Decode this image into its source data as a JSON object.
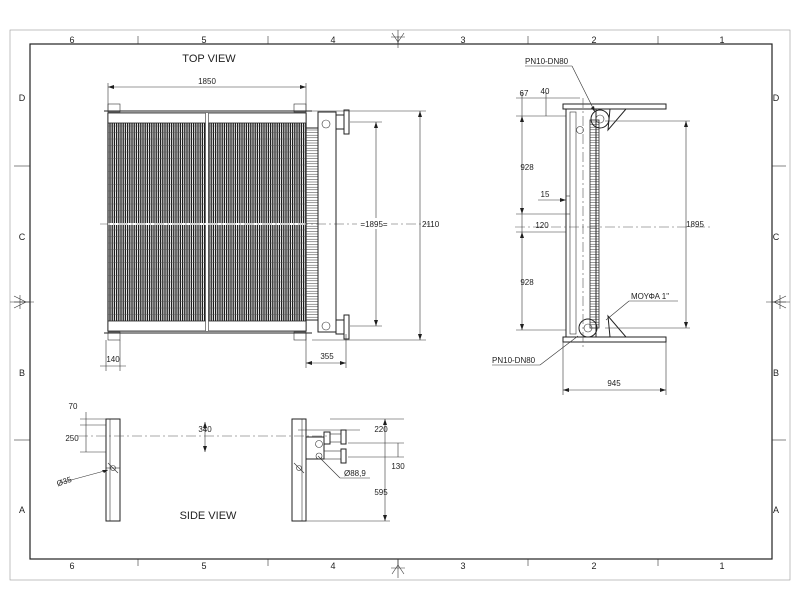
{
  "frame": {
    "top_numbers": [
      "6",
      "5",
      "4",
      "3",
      "2",
      "1"
    ],
    "bottom_numbers": [
      "6",
      "5",
      "4",
      "3",
      "2",
      "1"
    ],
    "side_letters": [
      "D",
      "C",
      "B",
      "A"
    ]
  },
  "views": {
    "top": "TOP VIEW",
    "side": "SIDE VIEW"
  },
  "dimensions": {
    "top_width": "1850",
    "top_height_inner": "=1895=",
    "top_height_outer": "2110",
    "top_foot": "140",
    "top_header": "355",
    "front_flange_top": "PN10-DN80",
    "front_flange_bottom": "PN10-DN80",
    "front_67": "67",
    "front_40": "40",
    "front_928_top": "928",
    "front_15": "15",
    "front_120": "120",
    "front_928_bottom": "928",
    "front_1895": "1895",
    "front_945": "945",
    "front_socket": "ΜΟΥΦΑ 1\"",
    "side_70": "70",
    "side_250": "250",
    "side_340": "340",
    "side_220": "220",
    "side_130": "130",
    "side_595": "595",
    "side_hole": "Ø35",
    "side_pipe": "Ø88,9"
  }
}
